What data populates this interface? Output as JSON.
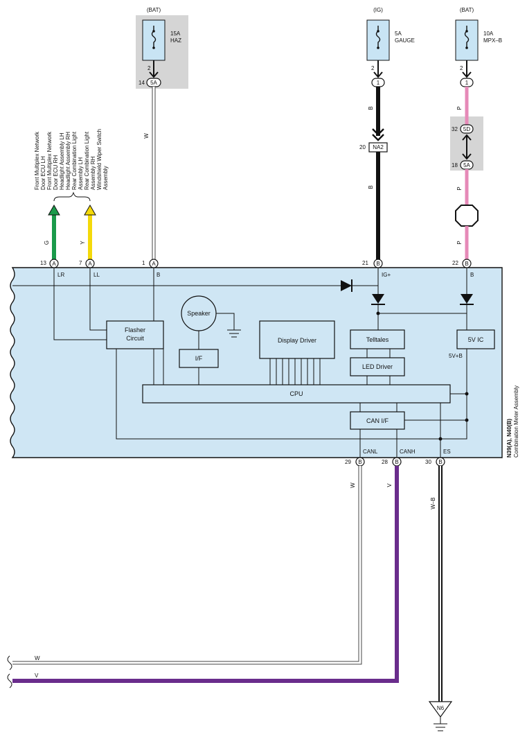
{
  "fuses": [
    {
      "source": "(BAT)",
      "rating": "15A",
      "name": "HAZ",
      "pin": "2",
      "conn_pin": "14",
      "conn": "5A"
    },
    {
      "source": "(IG)",
      "rating": "5A",
      "name": "GAUGE",
      "pin": "2",
      "conn": "1"
    },
    {
      "source": "(BAT)",
      "rating": "10A",
      "name": "MPX–B",
      "pin": "2",
      "conn": "1"
    }
  ],
  "upper_wires": {
    "haz": "W",
    "gauge_top": "B",
    "gauge_bottom": "B",
    "mpx_top": "P",
    "mpx_mid": "P",
    "mpx_bottom": "P",
    "left_green": "G",
    "left_yellow": "Y"
  },
  "junctions": {
    "na2_pin": "20",
    "na2": "NA2",
    "j5d_pin": "32",
    "j5d": "5D",
    "j5a_pin": "18",
    "j5a": "5A"
  },
  "destinations": [
    "Front Multiplex Network",
    "Door ECU LH",
    "Front Multiplex Network",
    "Door ECU RH",
    "Headlight Assembly LH",
    "Headlight Assembly RH",
    "Rear Combination Light",
    "Assembly LH",
    "Rear Combination Light",
    "Assembly RH",
    "Windshield Wiper Switch",
    "Assembly"
  ],
  "top_connectors": [
    {
      "pin": "13",
      "conn": "A",
      "label": "LR"
    },
    {
      "pin": "7",
      "conn": "A",
      "label": "LL"
    },
    {
      "pin": "1",
      "conn": "A",
      "label": "B"
    },
    {
      "pin": "21",
      "conn": "B",
      "label": "IG+"
    },
    {
      "pin": "22",
      "conn": "B",
      "label": "B"
    }
  ],
  "bottom_connectors": [
    {
      "pin": "29",
      "conn": "B",
      "label": "CANL"
    },
    {
      "pin": "28",
      "conn": "B",
      "label": "CANH"
    },
    {
      "pin": "30",
      "conn": "B",
      "label": "ES"
    }
  ],
  "blocks": {
    "speaker": "Speaker",
    "flasher_1": "Flasher",
    "flasher_2": "Circuit",
    "display_driver": "Display Driver",
    "telltales": "Telltales",
    "ic5v": "5V IC",
    "if": "I/F",
    "led_driver": "LED Driver",
    "cpu": "CPU",
    "can_if": "CAN I/F",
    "v5b": "5V+B"
  },
  "component": {
    "code": "N39(A), N40(B)",
    "name": "Combination Meter Assembly"
  },
  "lower_wires": {
    "canl": "W",
    "canh": "V",
    "es": "W–B",
    "left_w": "W",
    "left_v": "V"
  },
  "ground": "N6",
  "colors": {
    "meter_fill": "#cfe6f4",
    "fuse_fill": "#c8e4f4",
    "shade": "#d5d5d5",
    "green": "#1a9a4a",
    "yellow": "#f4d90a",
    "pink": "#e68ab8",
    "purple": "#6a2d8c",
    "black": "#111111"
  }
}
